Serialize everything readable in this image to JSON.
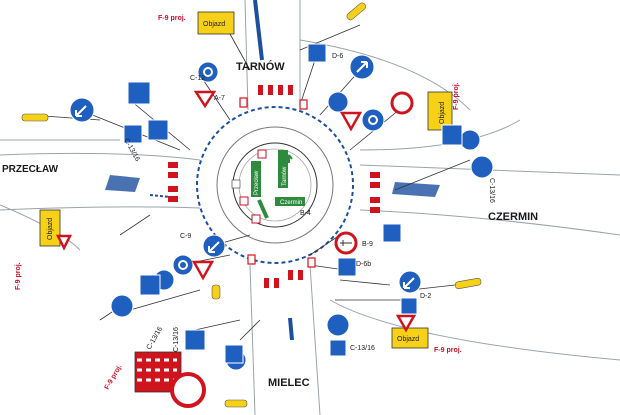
{
  "cities": {
    "north": "TARNÓW",
    "west": "PRZECŁAW",
    "east": "CZERMIN",
    "south": "MIELEC"
  },
  "detour_label": "Objazd",
  "detour_code": "F-9 proj.",
  "bike_code": "C-13/16",
  "sign_codes": {
    "a7": "A-7",
    "c12": "C-12",
    "c9": "C-9",
    "d6b": "D-6b",
    "d2": "D-2",
    "d6": "D-6",
    "b9": "B-9",
    "b4": "B-4"
  },
  "island_labels": {
    "left": "Przecław",
    "right": "Tarnów",
    "bottom": "Czermin"
  },
  "colors": {
    "sign_blue": "#1f5fbf",
    "sign_red": "#d0141e",
    "sign_yellow": "#f7d117",
    "road_blue": "#1b4fa0",
    "island_green": "#2e8b3d"
  }
}
